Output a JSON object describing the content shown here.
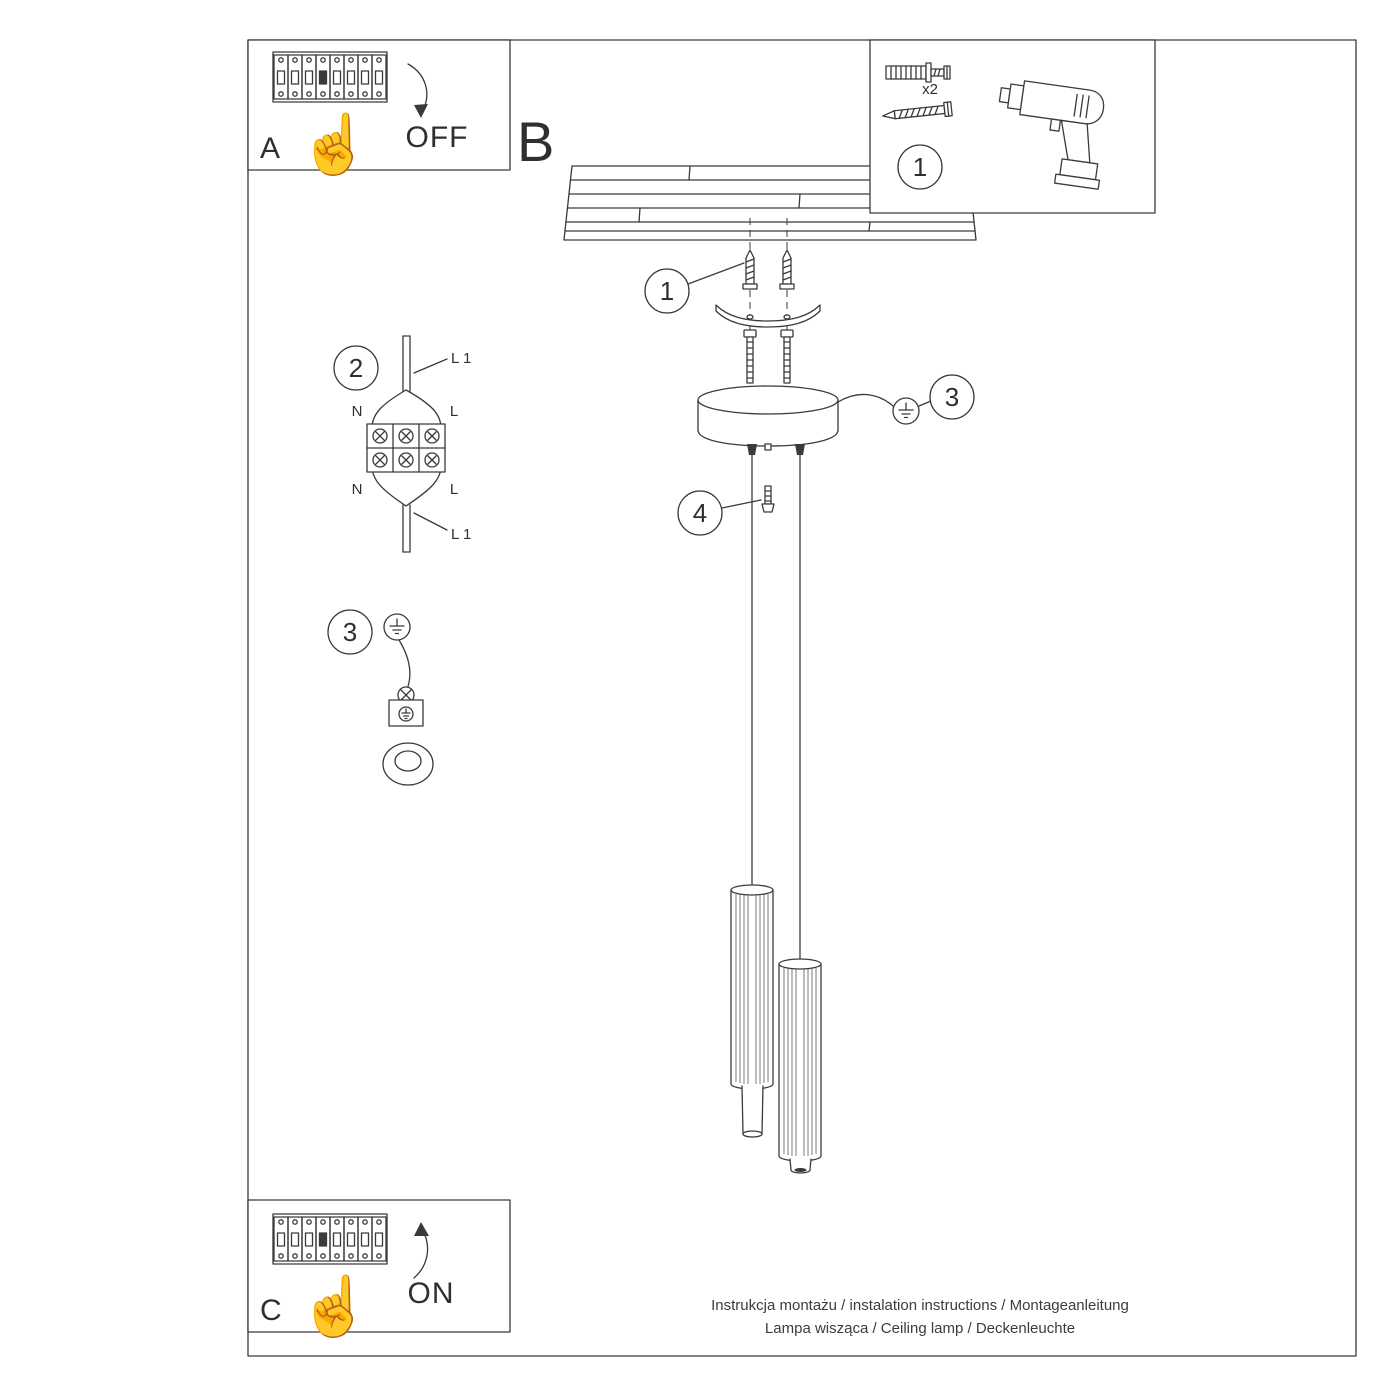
{
  "colors": {
    "ink": "#3a3a3a",
    "paper": "#ffffff"
  },
  "panel_a": {
    "letter": "A",
    "state": "OFF"
  },
  "panel_c": {
    "letter": "C",
    "state": "ON"
  },
  "section_b": {
    "letter": "B"
  },
  "kit": {
    "step": "1",
    "anchor_qty": "x2"
  },
  "callouts": {
    "step1": "1",
    "step2": "2",
    "step3_canopy": "3",
    "step3_detail": "3",
    "step4": "4"
  },
  "wiring": {
    "l1_top": "L 1",
    "l1_bottom": "L 1",
    "n_top": "N",
    "n_bottom": "N",
    "l_top": "L",
    "l_bottom": "L"
  },
  "icons": {
    "hand_up": "☝"
  },
  "footer": {
    "line1": "Instrukcja montażu / instalation instructions / Montageanleitung",
    "line2": "Lampa wisząca / Ceiling lamp / Deckenleuchte"
  }
}
